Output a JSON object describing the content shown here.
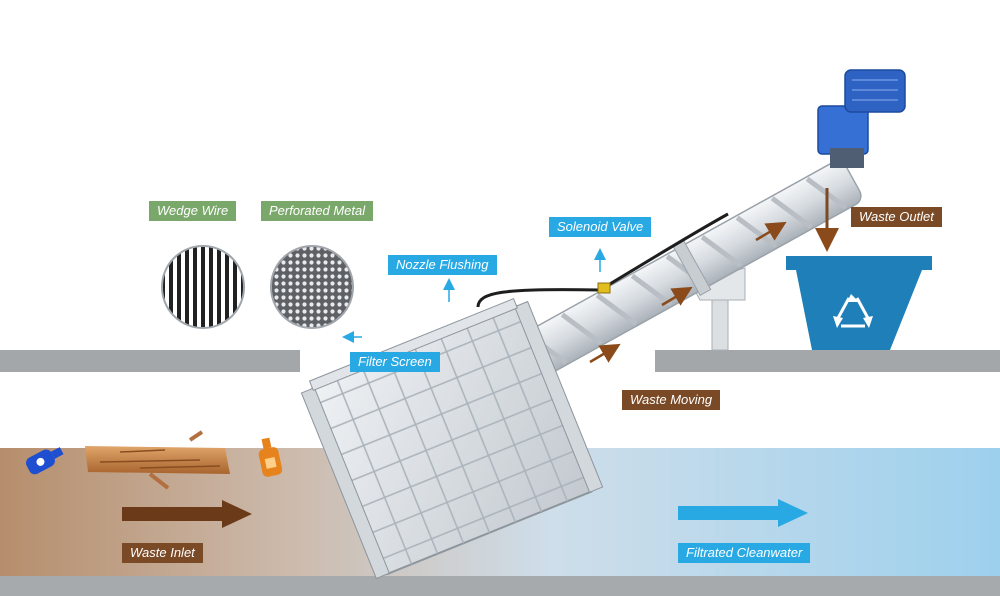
{
  "labels": {
    "wedge_wire": "Wedge Wire",
    "perforated_metal": "Perforated Metal",
    "nozzle_flushing": "Nozzle Flushing",
    "solenoid_valve": "Solenoid Valve",
    "waste_outlet": "Waste Outlet",
    "filter_screen": "Filter Screen",
    "waste_moving": "Waste Moving",
    "waste_inlet": "Waste Inlet",
    "filtrated_cleanwater": "Filtrated Cleanwater"
  },
  "icons": {
    "bin": "recycle-icon",
    "motor": "motor-icon",
    "bottles": "bottle-icon",
    "log": "wood-log-icon"
  },
  "colors": {
    "label_green": "#7aa86a",
    "label_blue": "#29a9e3",
    "label_brown": "#7a4a26",
    "bin_blue": "#1f7fb8",
    "motor_blue": "#2e63c4",
    "water_brown": "#a97a52",
    "water_blue": "#8cc8ea"
  }
}
